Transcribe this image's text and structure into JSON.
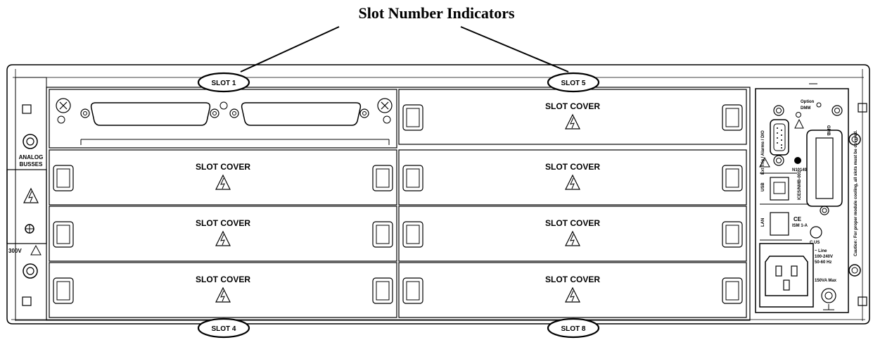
{
  "title": "Slot Number Indicators",
  "slots": {
    "slot1": "SLOT 1",
    "slot5": "SLOT 5",
    "slot4": "SLOT 4",
    "slot8": "SLOT 8"
  },
  "slot_cover_label": "SLOT COVER",
  "left_panel": {
    "analog": "ANALOG",
    "busses": "BUSSES",
    "voltage": "300V"
  },
  "right_panel": {
    "ext_trig": "Ext Trig / Alarms / DIO",
    "option": "Option",
    "dmm": "DMM",
    "gpib": "GPIB",
    "usb": "USB",
    "lan": "LAN",
    "cooling_note": "Caution: For proper module cooling, all slots must be covered.",
    "line": "~ Line",
    "voltage_range": "100-240V",
    "freq": "50-60 Hz",
    "power": "150VA Max",
    "nom": "N10149",
    "ce": "CE",
    "ism": "ISM 1-A",
    "csa": "C US",
    "icon_label": "ICES/NMB-001"
  }
}
